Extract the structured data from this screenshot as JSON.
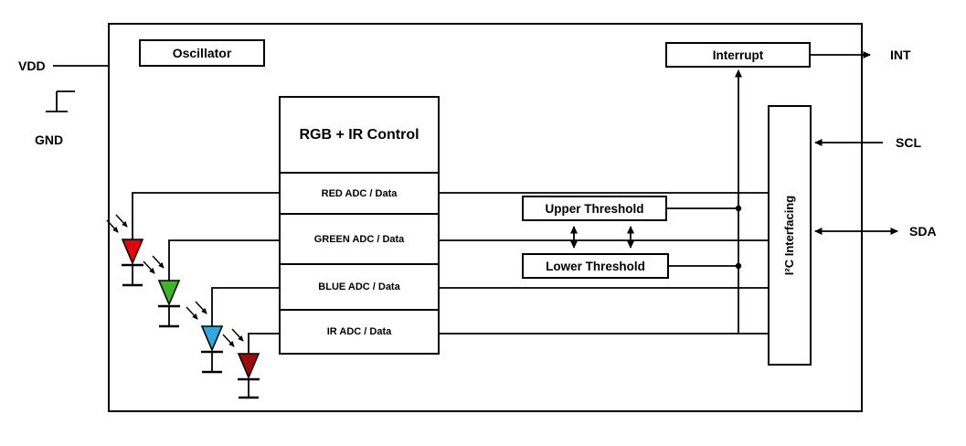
{
  "pins": {
    "vdd": "VDD",
    "gnd": "GND",
    "int": "INT",
    "scl": "SCL",
    "sda": "SDA"
  },
  "blocks": {
    "oscillator": "Oscillator",
    "control": "RGB + IR Control",
    "red_adc": "RED ADC / Data",
    "green_adc": "GREEN ADC / Data",
    "blue_adc": "BLUE ADC / Data",
    "ir_adc": "IR ADC / Data",
    "upper_threshold": "Upper Threshold",
    "lower_threshold": "Lower Threshold",
    "interrupt": "Interrupt",
    "i2c": "I²C Interfacing"
  },
  "colors": {
    "red_diode": "#e8000b",
    "green_diode": "#3cb528",
    "blue_diode": "#2fa8e0",
    "ir_diode": "#9e0b0f",
    "wire": "#000000"
  }
}
